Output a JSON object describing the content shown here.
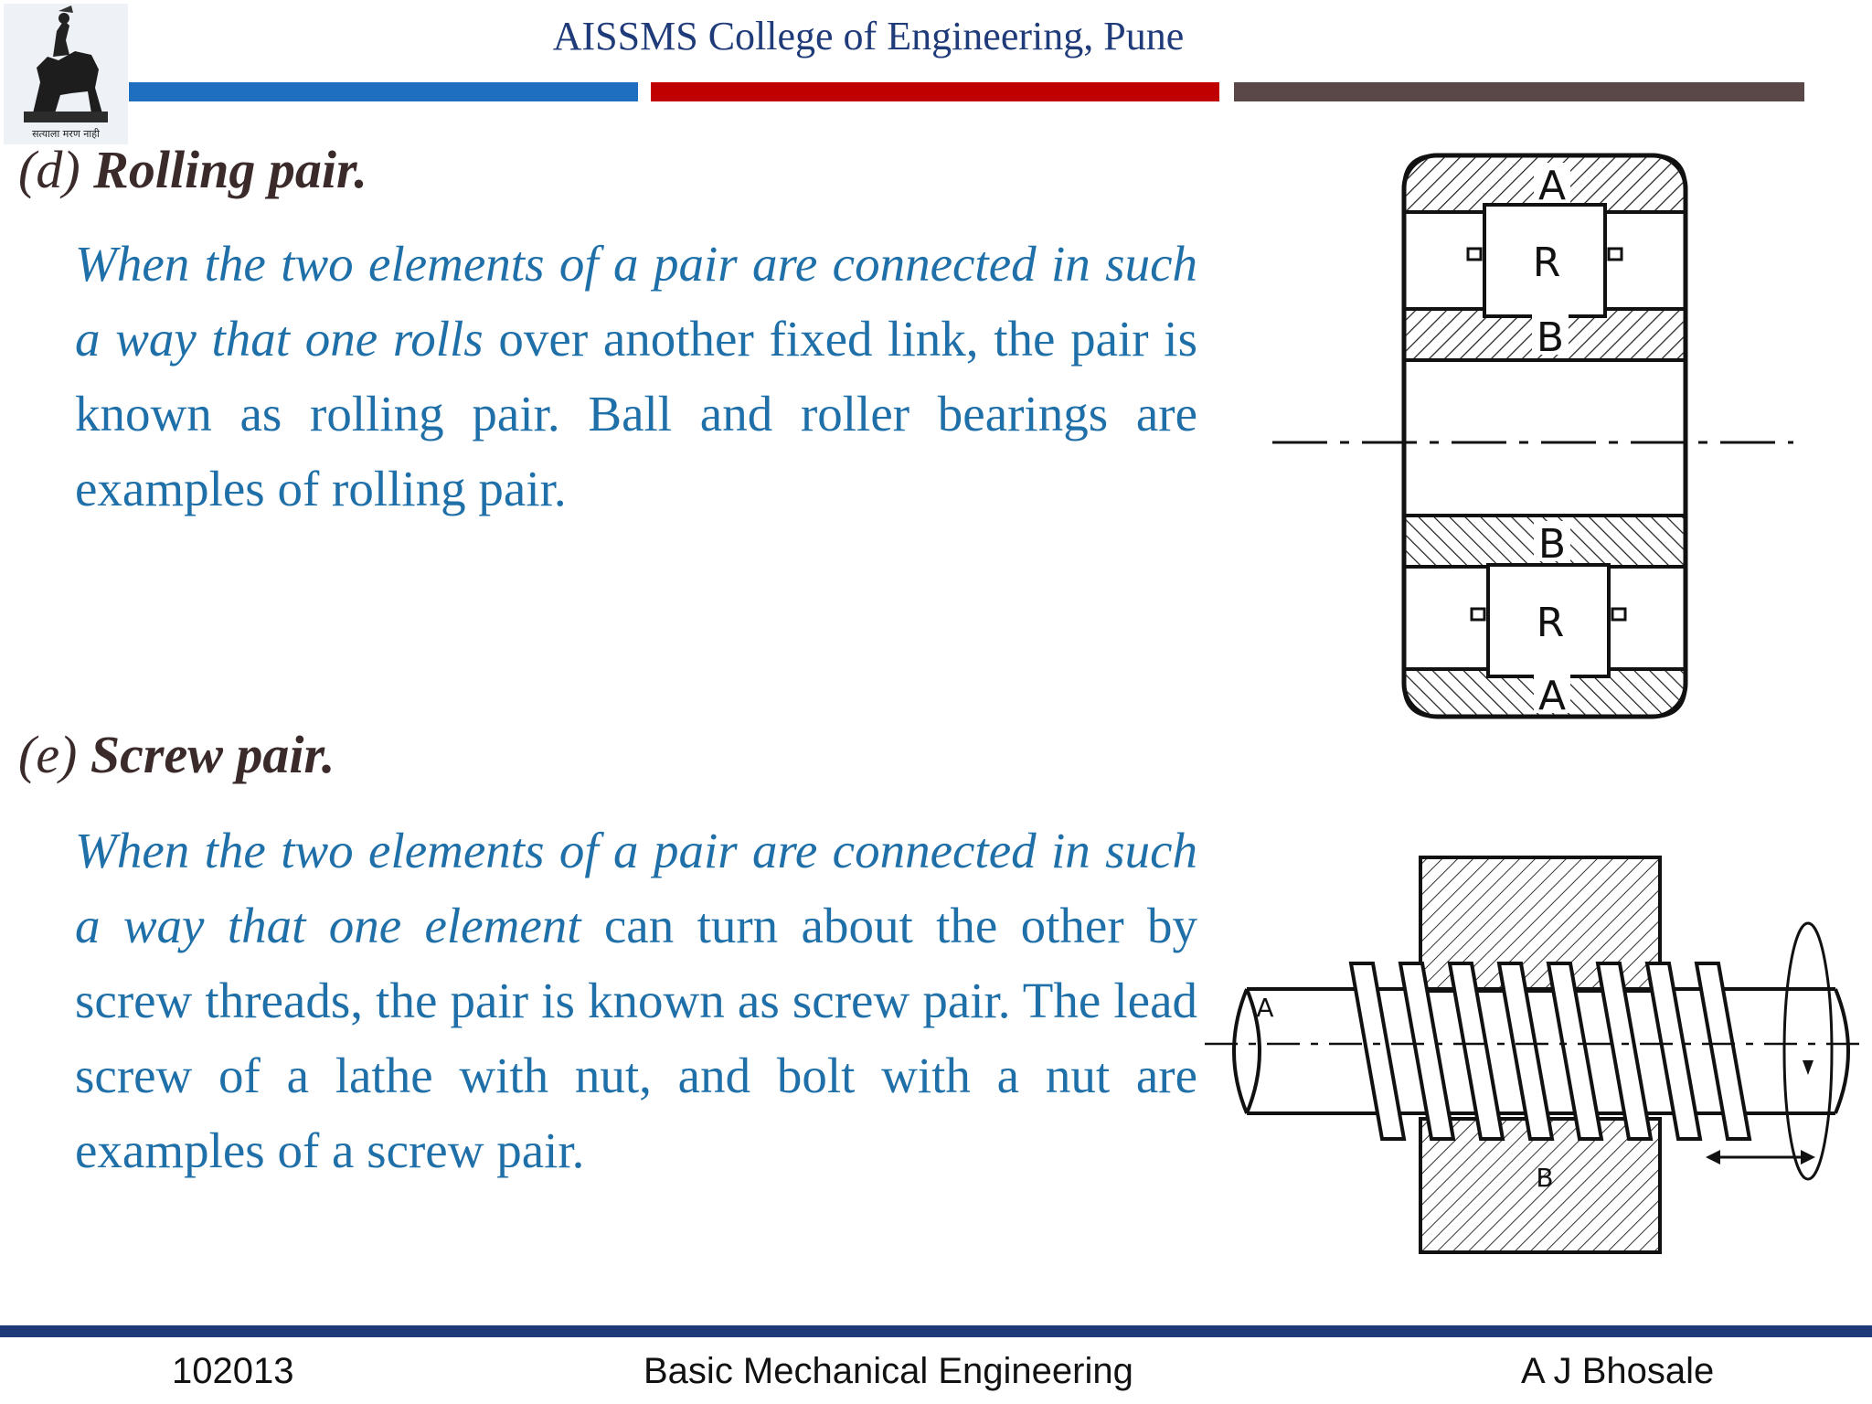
{
  "header": {
    "title": "AISSMS College of Engineering, Pune",
    "logo_motto": "सत्याला मरण नाही"
  },
  "rolling": {
    "heading_label": "(d)",
    "heading_text": "Rolling pair.",
    "italic_part": "When the two elements of a pair are connected in such a way that one rolls",
    "normal_part": " over another fixed link, the pair is known as rolling pair. Ball and roller bearings are examples of rolling pair.",
    "figure_labels": {
      "outer": "A",
      "roller": "R",
      "inner": "B"
    }
  },
  "screw": {
    "heading_label": "(e)",
    "heading_text": "Screw pair.",
    "italic_part": "When the two elements of a pair are connected in such a way that one element",
    "normal_part": " can turn about the other by screw threads, the pair is known as screw pair. The lead screw of a lathe with nut, and bolt with a nut are examples of a screw pair.",
    "figure_labels": {
      "screw": "A",
      "nut": "B"
    }
  },
  "footer": {
    "code": "102013",
    "course": "Basic Mechanical Engineering",
    "author": "A J Bhosale"
  }
}
